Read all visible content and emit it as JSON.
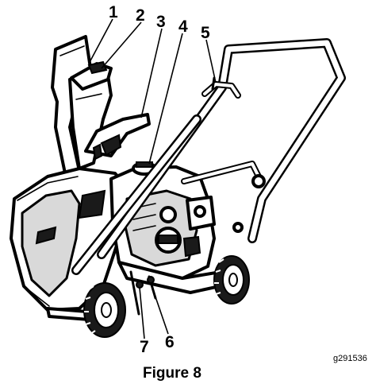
{
  "figure": {
    "caption": "Figure 8",
    "graphic_id": "g291536",
    "callouts": [
      "1",
      "2",
      "3",
      "4",
      "5",
      "6",
      "7"
    ]
  }
}
